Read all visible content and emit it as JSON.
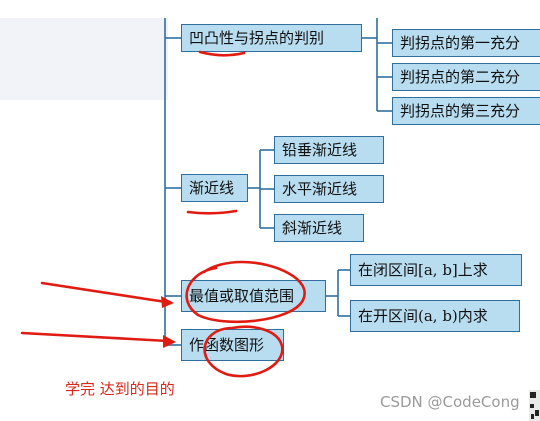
{
  "diagram": {
    "nodes": {
      "concavity": "凹凸性与拐点的判别",
      "inflection_1": "判拐点的第一充分",
      "inflection_2": "判拐点的第二充分",
      "inflection_3": "判拐点的第三充分",
      "asymptote": "渐近线",
      "vertical_asymptote": "铅垂渐近线",
      "horizontal_asymptote": "水平渐近线",
      "oblique_asymptote": "斜渐近线",
      "extremum": "最值或取值范围",
      "closed_interval": "在闭区间[a, b]上求",
      "open_interval": "在开区间(a, b)内求",
      "graph": "作函数图形"
    },
    "colors": {
      "node_fill": "#b9ddf0",
      "node_border": "#2e6f9e",
      "connector": "#2e6f9e",
      "annotation": "#e01b12"
    }
  },
  "annotation": {
    "caption": "学完  达到的目的"
  },
  "watermark": {
    "text": "CSDN @CodeCong",
    "icon": "qr-code-icon"
  }
}
